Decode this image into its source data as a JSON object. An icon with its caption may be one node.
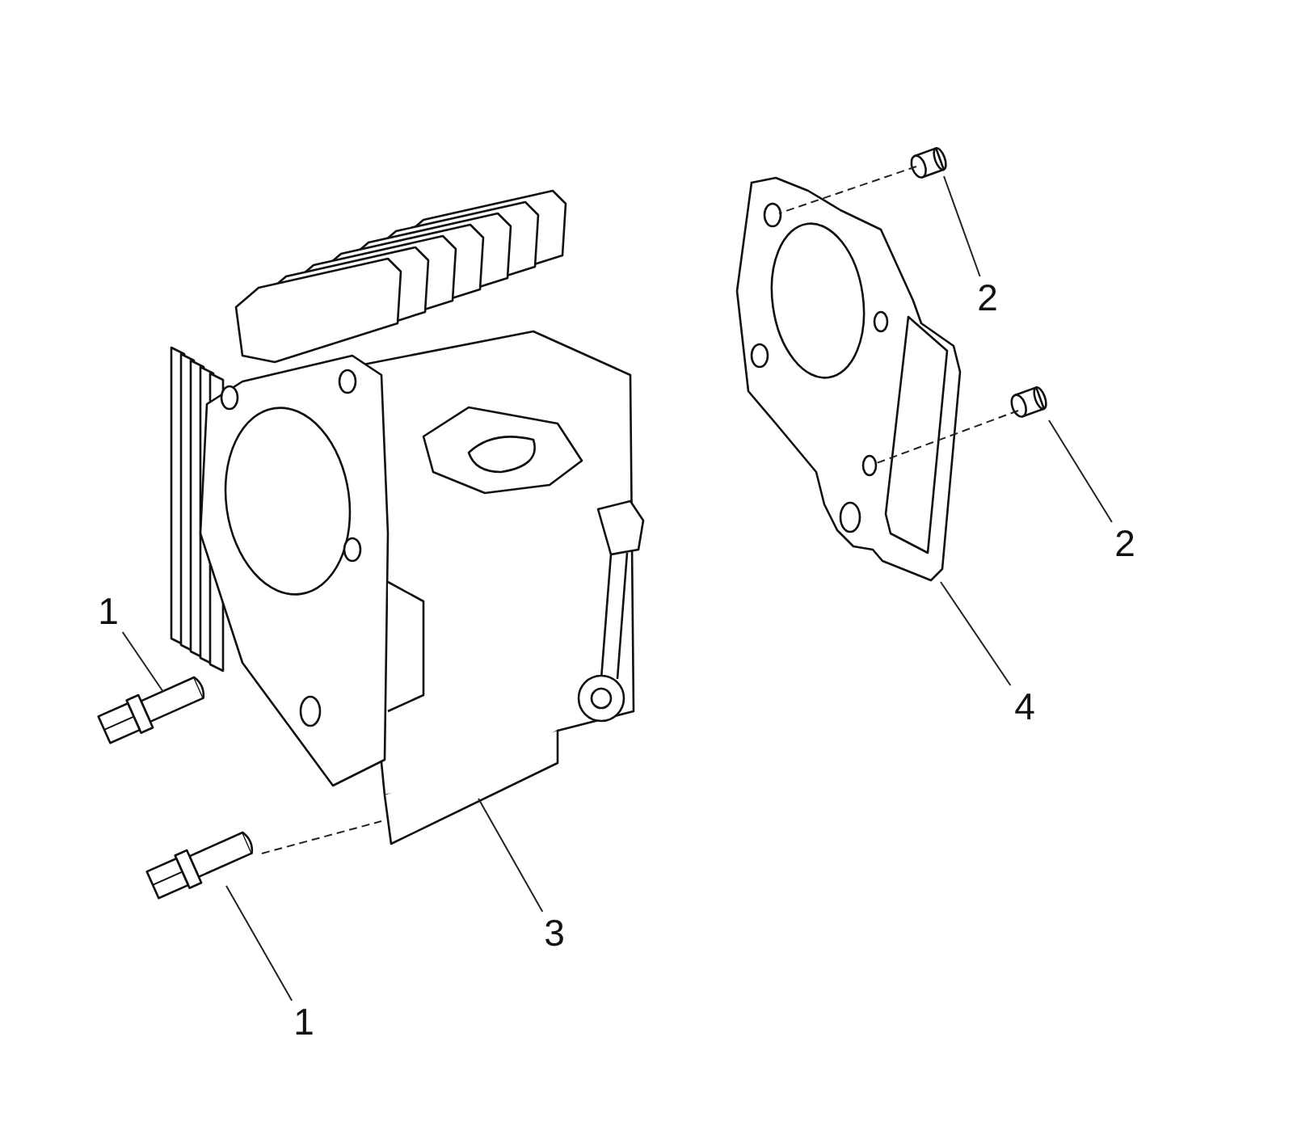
{
  "diagram": {
    "nodes": [
      {
        "text": [
          "1"
        ]
      },
      {
        "text": [],
        "shape": "picture"
      },
      {
        "text": [
          "1"
        ]
      },
      {
        "text": [],
        "shape": "picture"
      },
      {
        "text": [],
        "shape": "picture"
      },
      {
        "text": [
          "3"
        ]
      },
      {
        "text": [],
        "shape": "picture"
      },
      {
        "text": [],
        "shape": "picture"
      },
      {
        "text": [
          "2"
        ]
      },
      {
        "text": [],
        "shape": "picture"
      },
      {
        "text": [
          "2"
        ]
      },
      {
        "text": [
          "4"
        ]
      }
    ],
    "edges": [
      {
        "from": 0,
        "to": 1,
        "arrow": "none"
      },
      {
        "from": 2,
        "to": 3,
        "arrow": "none"
      },
      {
        "from": 5,
        "to": 4,
        "arrow": "none"
      },
      {
        "from": 8,
        "to": 7,
        "arrow": "none"
      },
      {
        "from": 10,
        "to": 9,
        "arrow": "none"
      },
      {
        "from": 11,
        "to": 6,
        "arrow": "none"
      },
      {
        "from": 3,
        "to": 4,
        "arrow": "none",
        "style": "dashed"
      },
      {
        "from": 7,
        "to": 6,
        "arrow": "none",
        "style": "dashed"
      },
      {
        "from": 9,
        "to": 6,
        "arrow": "none",
        "style": "dashed"
      }
    ]
  }
}
